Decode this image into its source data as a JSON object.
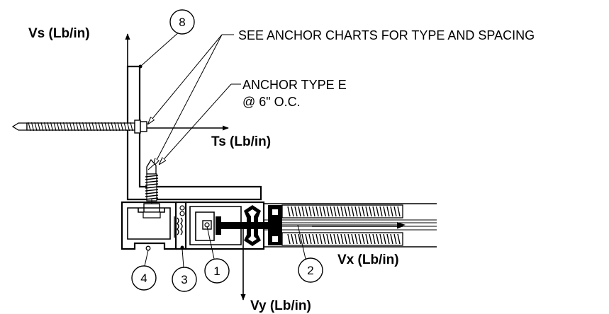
{
  "labels": {
    "vs": "Vs (Lb/in)",
    "ts": "Ts (Lb/in)",
    "vx": "Vx (Lb/in)",
    "vy": "Vy (Lb/in)"
  },
  "notes": {
    "anchor_charts": "SEE ANCHOR CHARTS FOR TYPE AND SPACING",
    "anchor_type": "ANCHOR TYPE E",
    "anchor_spacing": "@ 6\" O.C."
  },
  "callouts": [
    "8",
    "4",
    "3",
    "1",
    "2"
  ]
}
